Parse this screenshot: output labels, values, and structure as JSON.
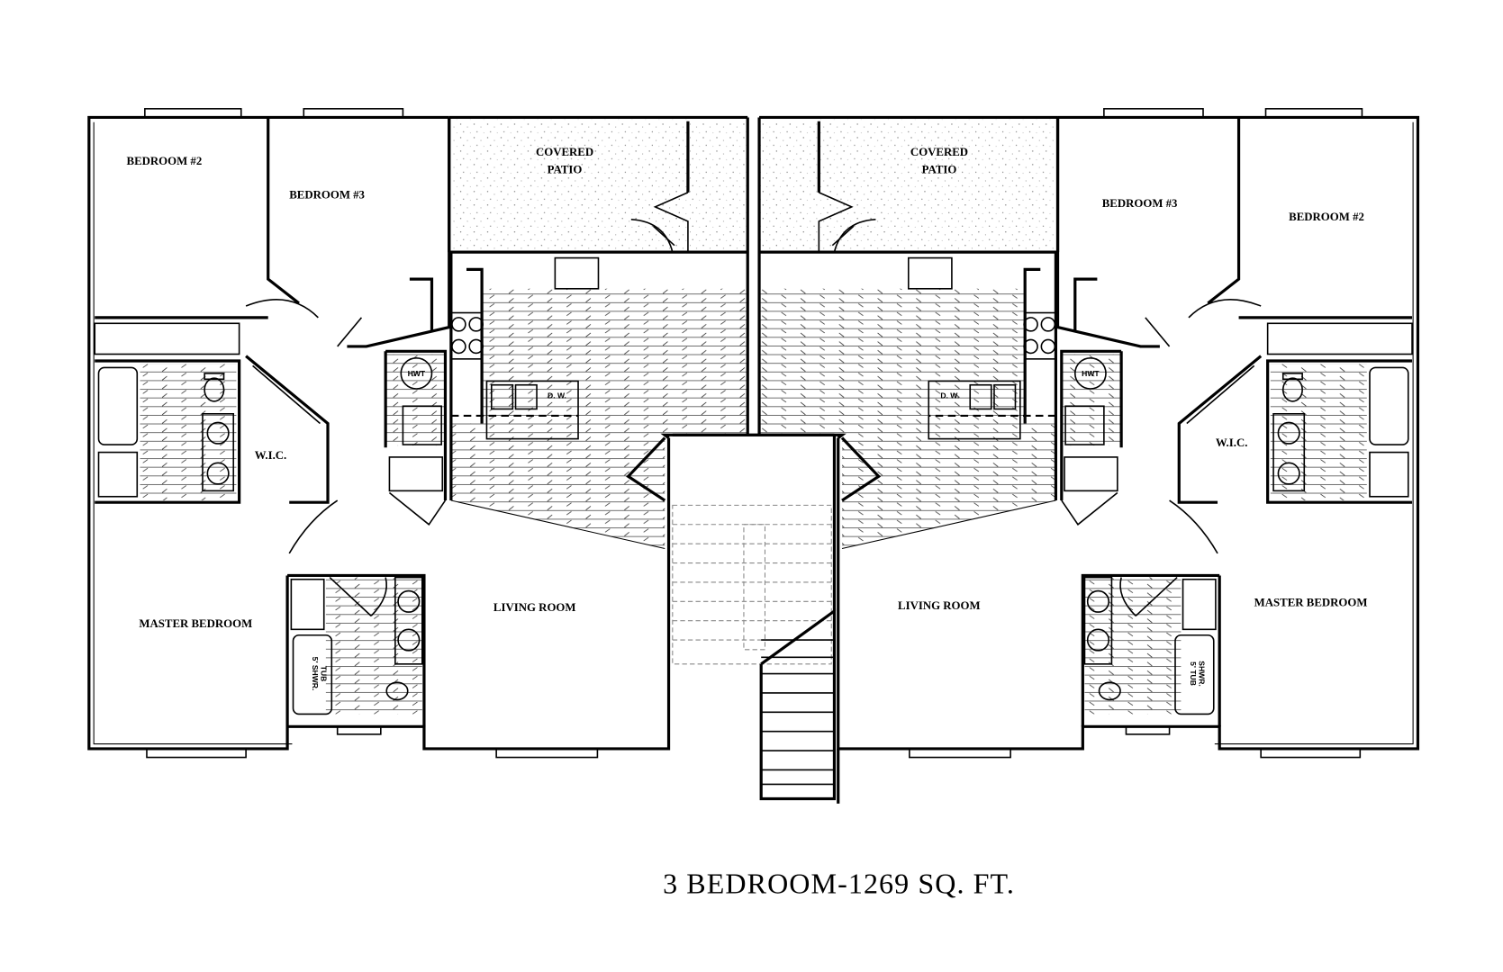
{
  "title": "3 BEDROOM-1269 SQ. FT.",
  "left_unit": {
    "bedroom2": "BEDROOM #2",
    "bedroom3": "BEDROOM #3",
    "patio_line1": "COVERED",
    "patio_line2": "PATIO",
    "wic": "W.I.C.",
    "master": "MASTER BEDROOM",
    "living": "LIVING ROOM",
    "hwt": "HWT",
    "dw": "D. W.",
    "tub_line1": "5' SHWR.",
    "tub_line2": "TUB"
  },
  "right_unit": {
    "bedroom2": "BEDROOM #2",
    "bedroom3": "BEDROOM #3",
    "patio_line1": "COVERED",
    "patio_line2": "PATIO",
    "wic": "W.I.C.",
    "master": "MASTER BEDROOM",
    "living": "LIVING ROOM",
    "hwt": "HWT",
    "dw": "D. W.",
    "tub_line1": "5' TUB",
    "tub_line2": "SHWR."
  }
}
